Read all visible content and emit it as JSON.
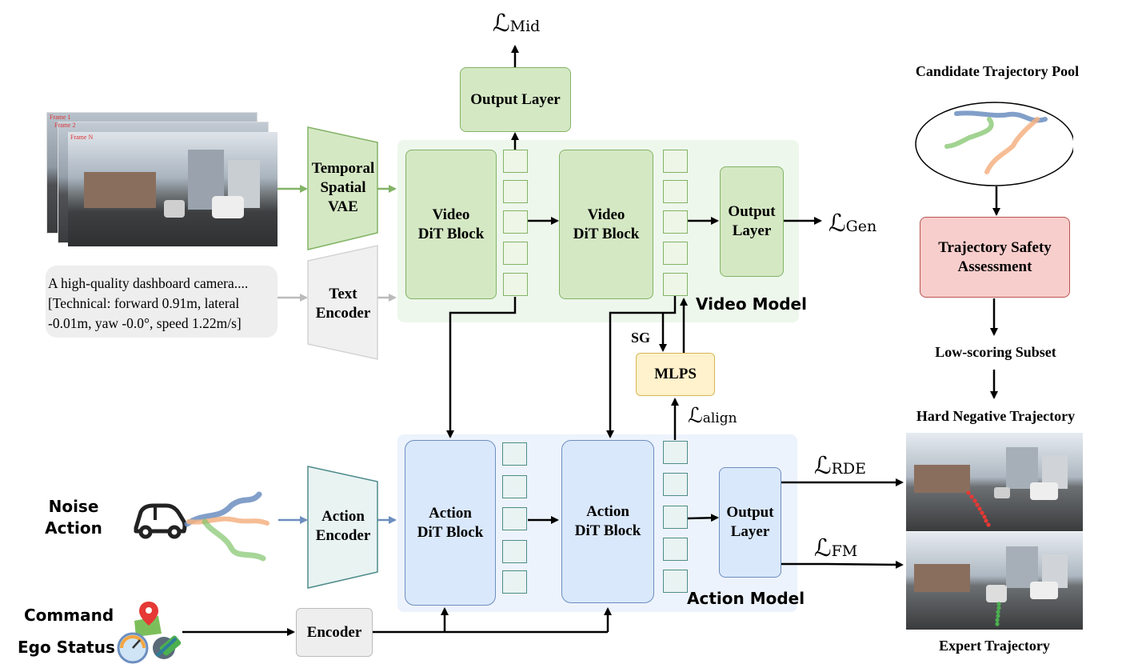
{
  "losses": {
    "mid": {
      "symbol": "ℒ",
      "sub": "Mid"
    },
    "gen": {
      "symbol": "ℒ",
      "sub": "Gen"
    },
    "align": {
      "symbol": "ℒ",
      "sub": "align"
    },
    "rde": {
      "symbol": "ℒ",
      "sub": "RDE"
    },
    "fm": {
      "symbol": "ℒ",
      "sub": "FM"
    }
  },
  "video_branch": {
    "frame_labels": [
      "Frame 1",
      "Frame 2",
      "Frame N"
    ],
    "vae_label": [
      "Temporal",
      "Spatial",
      "VAE"
    ],
    "text_prompt": [
      "A high-quality dashboard camera....",
      "[Technical: forward 0.91m, lateral",
      "-0.01m, yaw -0.0°, speed 1.22m/s]"
    ],
    "text_encoder_label": [
      "Text",
      "Encoder"
    ],
    "mid_output_layer": "Output Layer",
    "dit_block_1": [
      "Video",
      "DiT Block"
    ],
    "dit_block_2": [
      "Video",
      "DiT Block"
    ],
    "output_layer": [
      "Output",
      "Layer"
    ],
    "model_label": "Video Model"
  },
  "bridge": {
    "sg_label": "SG",
    "mlps_label": "MLPS"
  },
  "action_branch": {
    "noise_action_label": [
      "Noise",
      "Action"
    ],
    "action_encoder_label": [
      "Action",
      "Encoder"
    ],
    "dit_block_1": [
      "Action",
      "DiT Block"
    ],
    "dit_block_2": [
      "Action",
      "DiT Block"
    ],
    "output_layer": [
      "Output",
      "Layer"
    ],
    "model_label": "Action Model",
    "command_label": "Command",
    "ego_status_label": "Ego Status",
    "encoder_label": "Encoder"
  },
  "right_panel": {
    "candidate_pool_title": "Candidate Trajectory Pool",
    "safety_assessment": [
      "Trajectory Safety",
      "Assessment"
    ],
    "low_scoring_label": "Low-scoring Subset",
    "hard_negative_title": "Hard Negative Trajectory",
    "expert_title": "Expert Trajectory"
  },
  "colors": {
    "green_fill": "#d5e8c4",
    "green_stroke": "#82b366",
    "blue_fill": "#dae8fc",
    "blue_stroke": "#6c8ebf",
    "mlps_fill": "#fff2cc",
    "mlps_stroke": "#d6b656",
    "safety_fill": "#f8cecc",
    "safety_stroke": "#b85450",
    "traj_blue": "#6c8ebf",
    "traj_green": "#82c46c",
    "traj_orange": "#f4b183"
  }
}
